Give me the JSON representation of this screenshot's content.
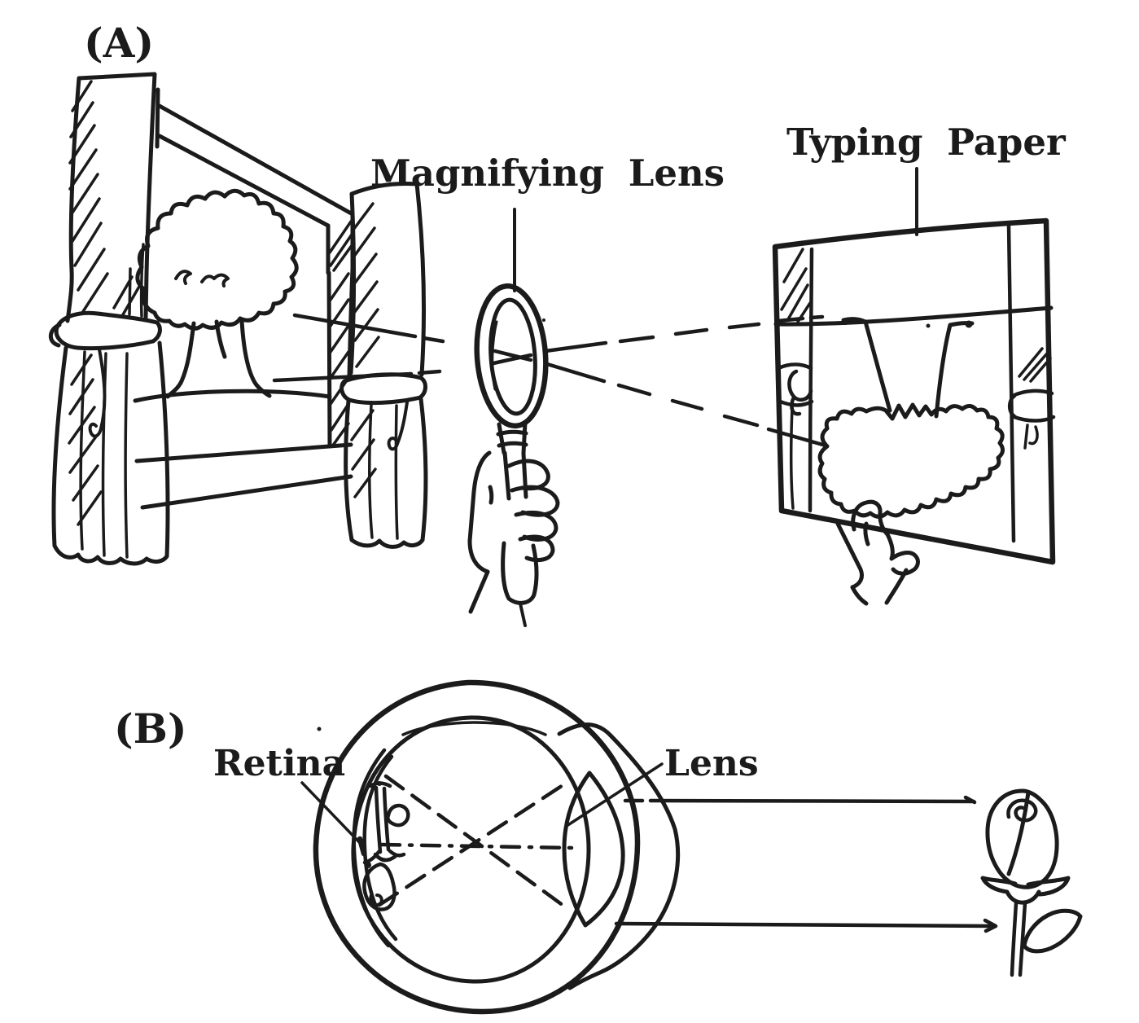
{
  "colors": {
    "ink": "#1b1b1b",
    "bg": "#ffffff"
  },
  "labels": {
    "panel_a": "(A)",
    "panel_b": "(B)",
    "magnifying_lens": "Magnifying Lens",
    "typing_paper": "Typing Paper",
    "retina": "Retina",
    "lens": "Lens"
  }
}
